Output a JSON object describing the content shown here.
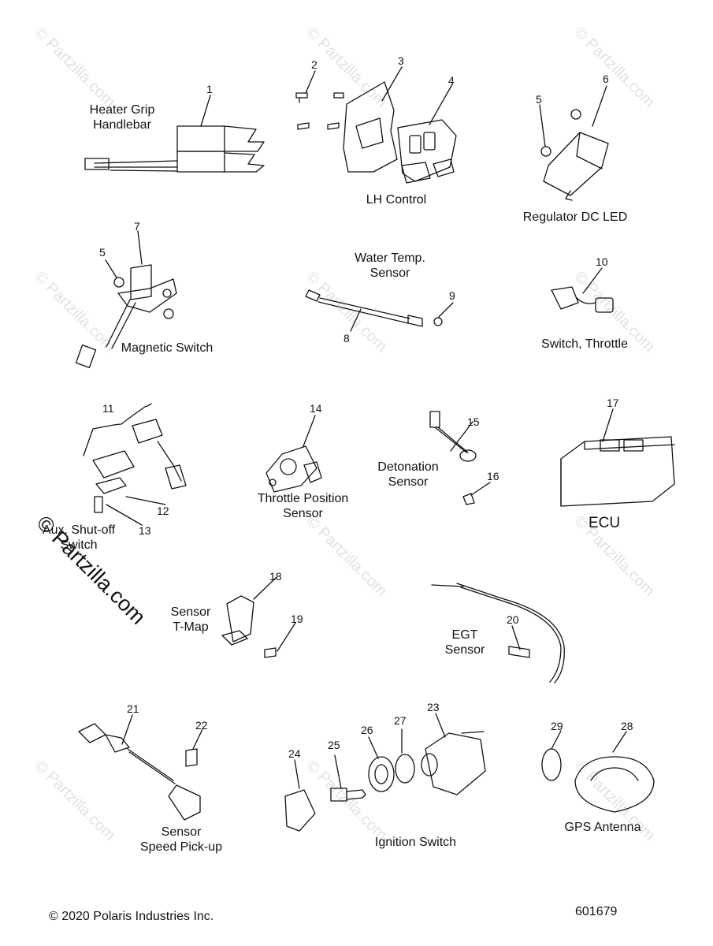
{
  "watermark_text": "© Partzilla.com",
  "group_labels": {
    "heater_grip": [
      "Heater Grip",
      "Handlebar"
    ],
    "lh_control": "LH Control",
    "regulator": "Regulator DC LED",
    "magnetic_switch": "Magnetic Switch",
    "water_temp": [
      "Water Temp.",
      "Sensor"
    ],
    "switch_throttle": "Switch, Throttle",
    "aux_shutoff": [
      "Aux. Shut-off",
      "Switch"
    ],
    "throttle_position": [
      "Throttle Position",
      "Sensor"
    ],
    "detonation": [
      "Detonation",
      "Sensor"
    ],
    "ecu": "ECU",
    "sensor_tmap": [
      "Sensor",
      "T-Map"
    ],
    "egt": [
      "EGT",
      "Sensor"
    ],
    "speed_pickup": [
      "Sensor",
      "Speed Pick-up"
    ],
    "ignition": "Ignition Switch",
    "gps": "GPS Antenna"
  },
  "callouts": [
    "1",
    "2",
    "3",
    "4",
    "5",
    "6",
    "5",
    "7",
    "8",
    "9",
    "10",
    "11",
    "12",
    "13",
    "14",
    "15",
    "16",
    "17",
    "18",
    "19",
    "20",
    "21",
    "22",
    "23",
    "24",
    "25",
    "26",
    "27",
    "28",
    "29"
  ],
  "footer": {
    "copyright": "© 2020 Polaris Industries Inc.",
    "diagram_number": "601679"
  },
  "colors": {
    "line": "#111111",
    "watermark": "#e2e2e2"
  }
}
